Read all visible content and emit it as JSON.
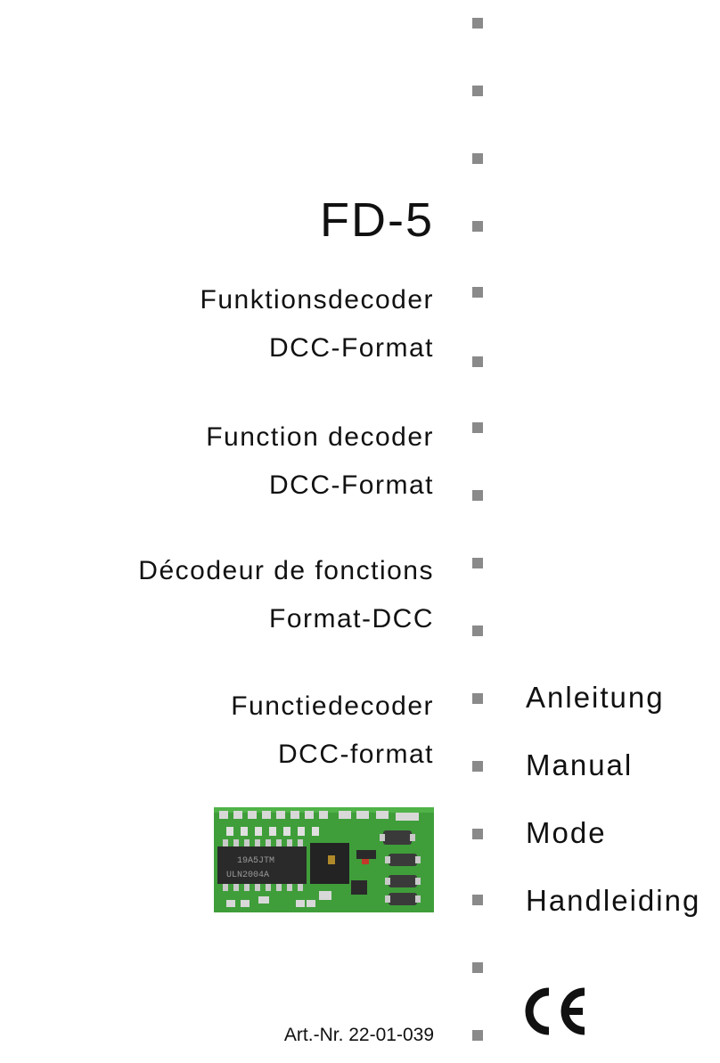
{
  "product": {
    "title": "FD-5",
    "article_number": "Art.-Nr. 22-01-039"
  },
  "descriptions": [
    {
      "name": "Funktionsdecoder",
      "format": "DCC-Format"
    },
    {
      "name": "Function decoder",
      "format": "DCC-Format"
    },
    {
      "name": "Décodeur de fonctions",
      "format": "Format-DCC"
    },
    {
      "name": "Functiedecoder",
      "format": "DCC-format"
    }
  ],
  "manual_labels": [
    "Anleitung",
    "Manual",
    "Mode",
    "Handleiding"
  ],
  "chip_labels": {
    "chip1_line1": "19A5JTM",
    "chip1_line2": "ULN2004A"
  },
  "colors": {
    "bullet": "#8a8a8a",
    "pcb": "#3f9e3a",
    "text": "#111111"
  },
  "icons": [
    "ce-mark-icon"
  ]
}
